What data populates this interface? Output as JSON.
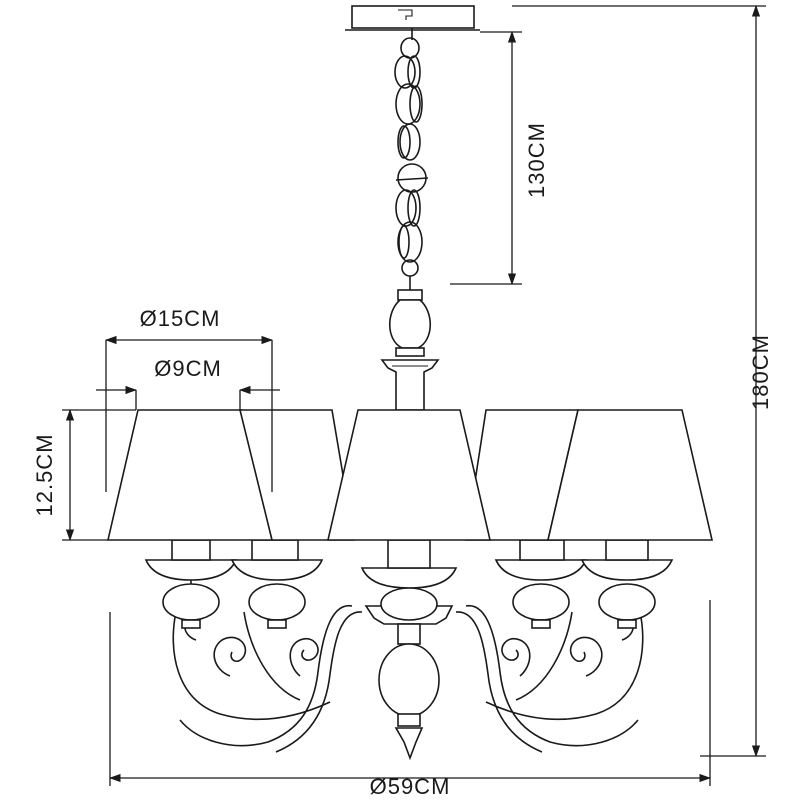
{
  "dimensions": {
    "shade_top_diameter": "Ø9CM",
    "shade_bottom_diameter": "Ø15CM",
    "shade_height": "12.5CM",
    "chain_length": "130CM",
    "total_height": "180CM",
    "total_width": "Ø59CM"
  }
}
